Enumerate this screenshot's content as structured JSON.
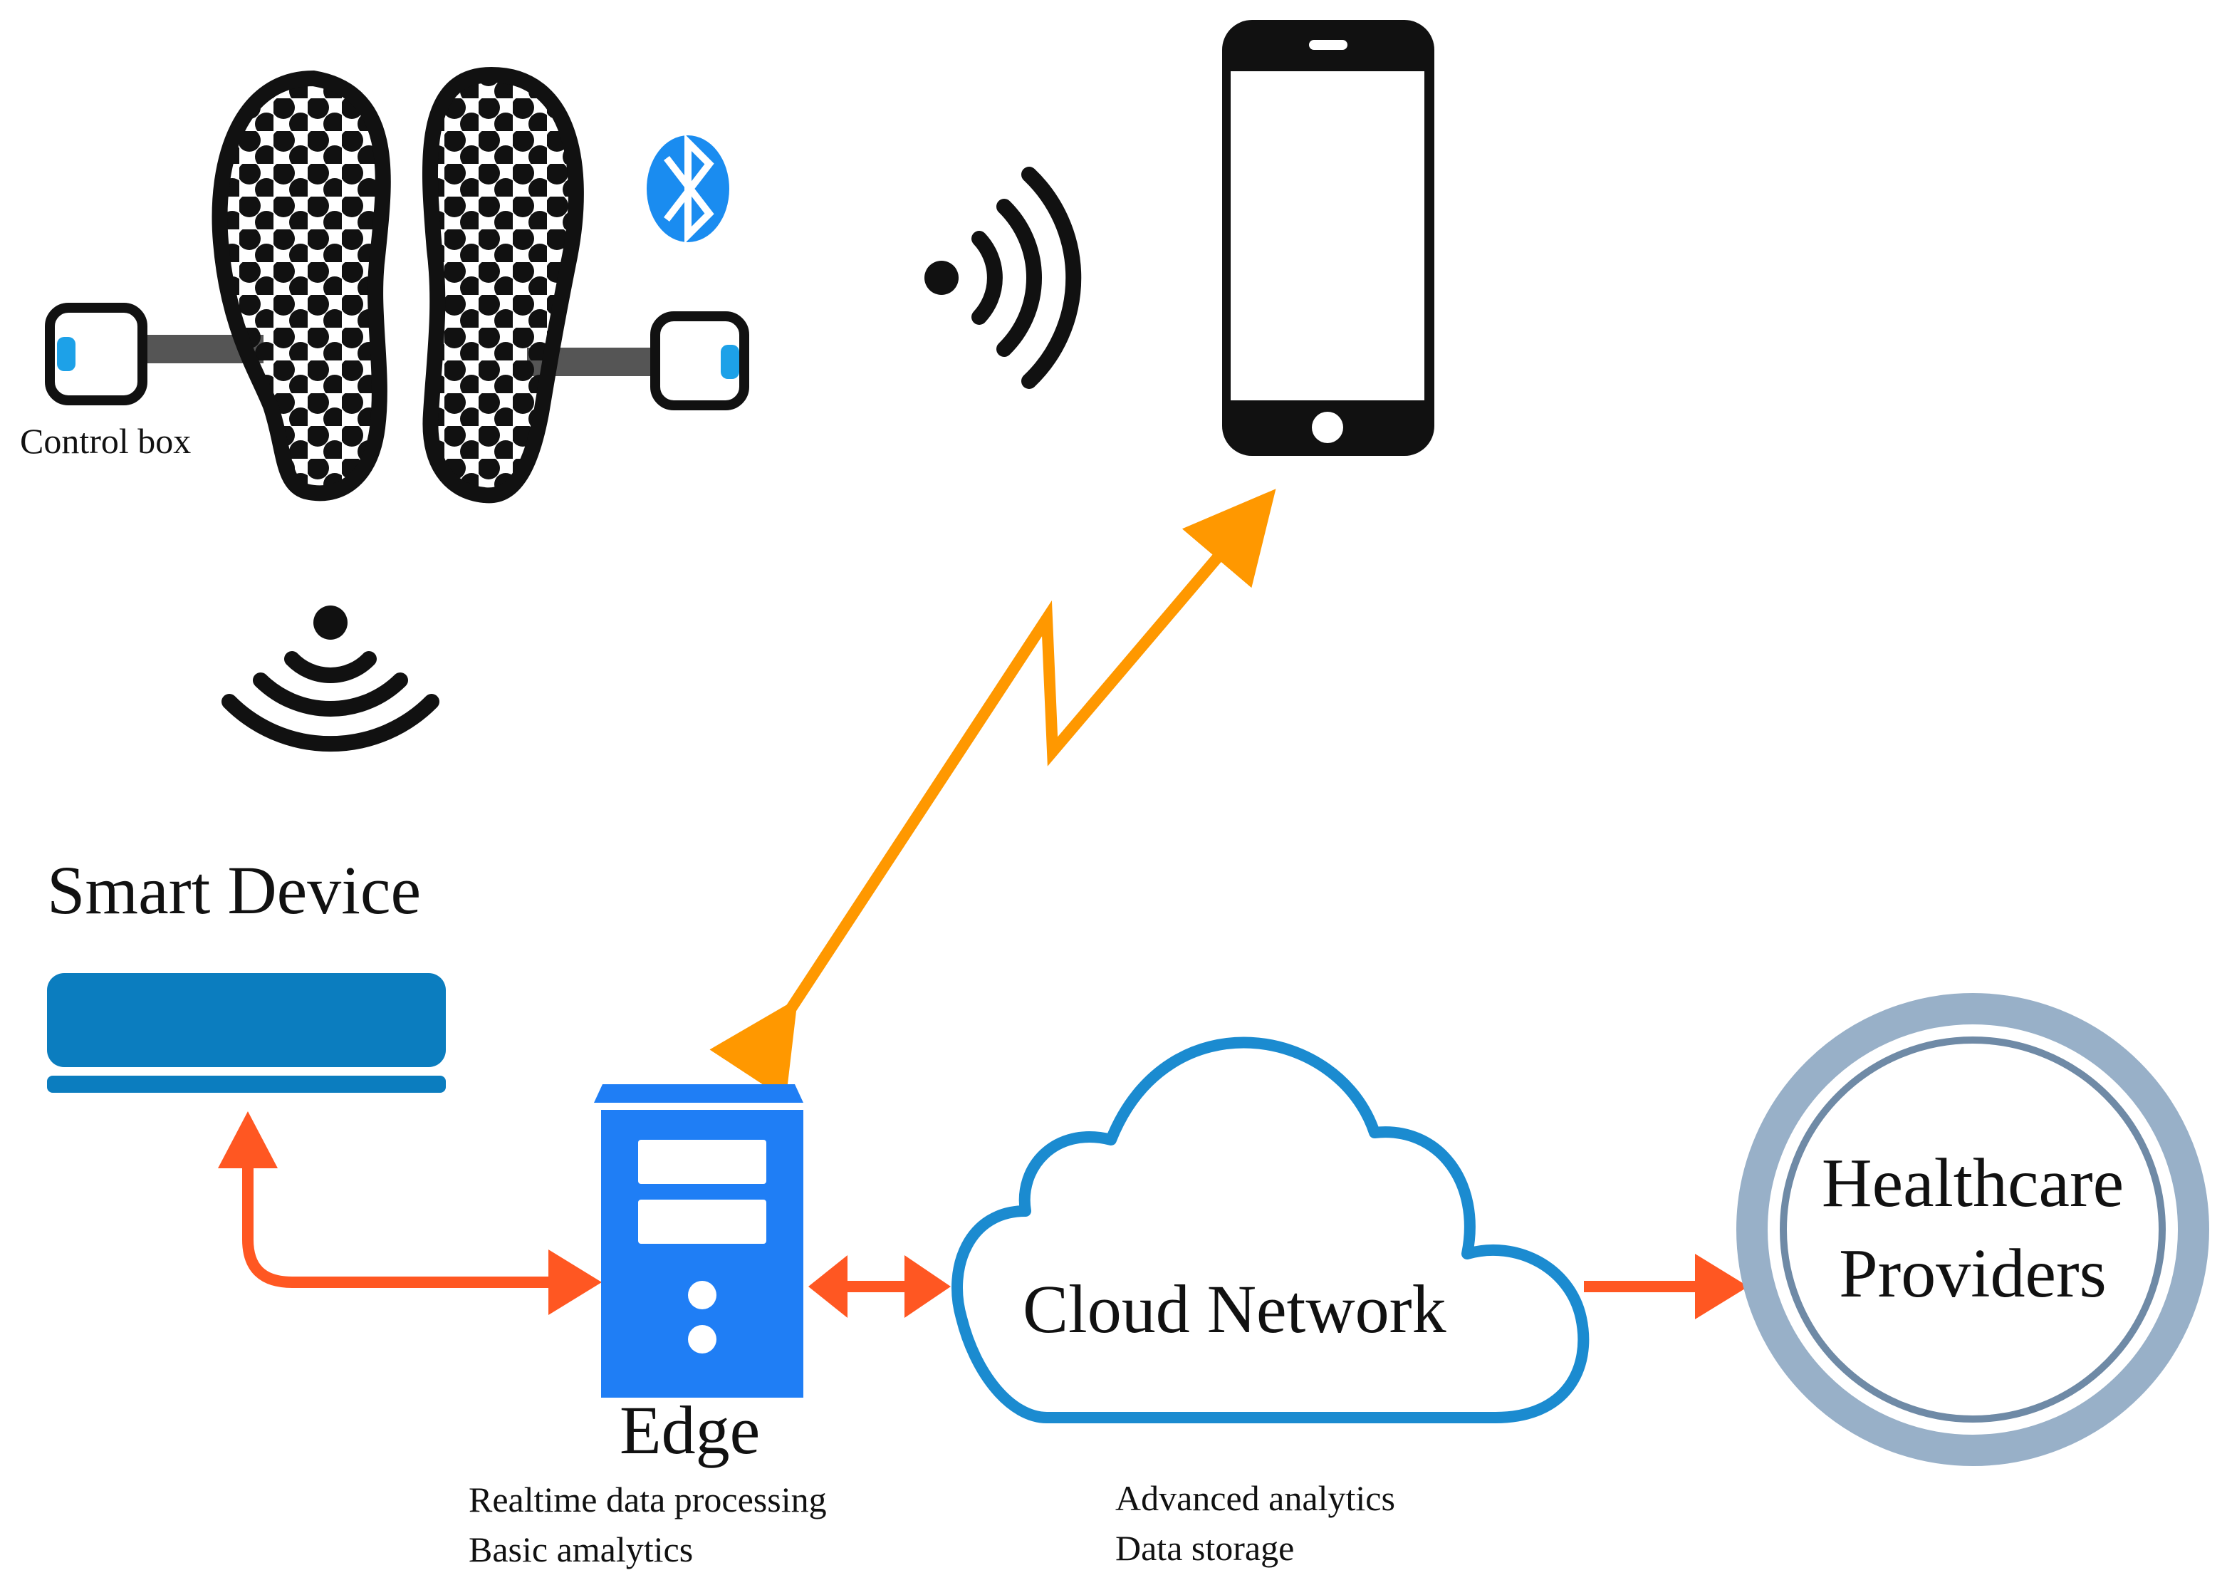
{
  "labels": {
    "control_box": "Control box",
    "smart_device": "Smart Device",
    "edge": "Edge",
    "edge_desc_1": "Realtime data processing",
    "edge_desc_2": "Basic amalytics",
    "cloud": "Cloud Network",
    "cloud_desc_1": "Advanced analytics",
    "cloud_desc_2": "Data storage",
    "healthcare_1": "Healthcare",
    "healthcare_2": "Providers"
  },
  "colors": {
    "orange_arrow": "#ff5722",
    "lightning": "#ff9800",
    "edge_blue": "#1f7ef5",
    "cloud_blue": "#1b8bd0",
    "smart_device_blue": "#0b7dbf",
    "bluetooth_blue": "#1a8cf0",
    "ring_gray": "#98b0c8"
  },
  "icons": [
    "insole-icon",
    "control-box-icon",
    "bluetooth-icon",
    "wifi-signal-icon",
    "smartphone-icon",
    "lightning-link-icon",
    "smart-device-icon",
    "edge-server-icon",
    "cloud-icon",
    "healthcare-ring-icon"
  ]
}
